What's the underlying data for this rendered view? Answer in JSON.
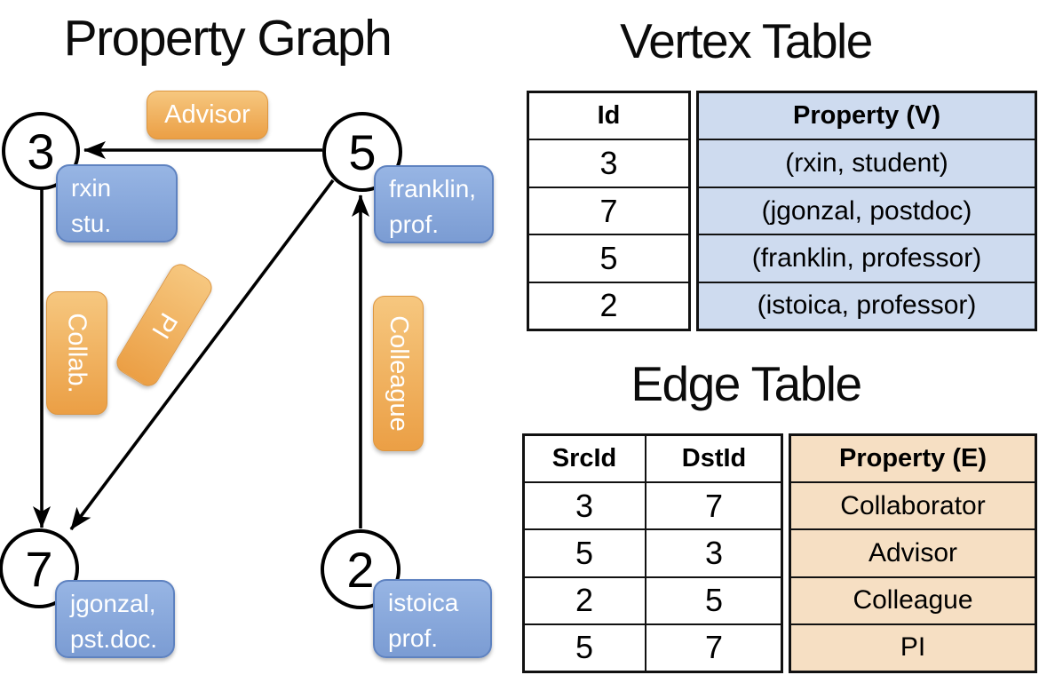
{
  "graph": {
    "title": "Property Graph",
    "nodes": [
      {
        "id": "3",
        "property_lines": [
          "rxin",
          "stu."
        ]
      },
      {
        "id": "5",
        "property_lines": [
          "franklin,",
          "prof."
        ]
      },
      {
        "id": "7",
        "property_lines": [
          "jgonzal,",
          "pst.doc."
        ]
      },
      {
        "id": "2",
        "property_lines": [
          "istoica",
          "prof."
        ]
      }
    ],
    "edge_labels": {
      "advisor": "Advisor",
      "collab": "Collab.",
      "pi": "PI",
      "colleague": "Colleague"
    },
    "edges": [
      {
        "from": "5",
        "to": "3",
        "label": "Advisor"
      },
      {
        "from": "3",
        "to": "7",
        "label": "Collab."
      },
      {
        "from": "5",
        "to": "7",
        "label": "PI"
      },
      {
        "from": "2",
        "to": "5",
        "label": "Colleague"
      }
    ]
  },
  "vertex_table": {
    "title": "Vertex Table",
    "columns": [
      "Id",
      "Property (V)"
    ],
    "rows": [
      [
        "3",
        "(rxin, student)"
      ],
      [
        "7",
        "(jgonzal, postdoc)"
      ],
      [
        "5",
        "(franklin, professor)"
      ],
      [
        "2",
        "(istoica, professor)"
      ]
    ]
  },
  "edge_table": {
    "title": "Edge Table",
    "columns": [
      "SrcId",
      "DstId",
      "Property (E)"
    ],
    "rows": [
      [
        "3",
        "7",
        "Collaborator"
      ],
      [
        "5",
        "3",
        "Advisor"
      ],
      [
        "2",
        "5",
        "Colleague"
      ],
      [
        "5",
        "7",
        "PI"
      ]
    ]
  },
  "colors": {
    "vertex_box_blue": "#85a5d8",
    "edge_box_orange": "#efa94f",
    "vertex_cell_blue": "#cedbef",
    "edge_cell_tan": "#f6dfc3",
    "line_black": "#000000"
  }
}
